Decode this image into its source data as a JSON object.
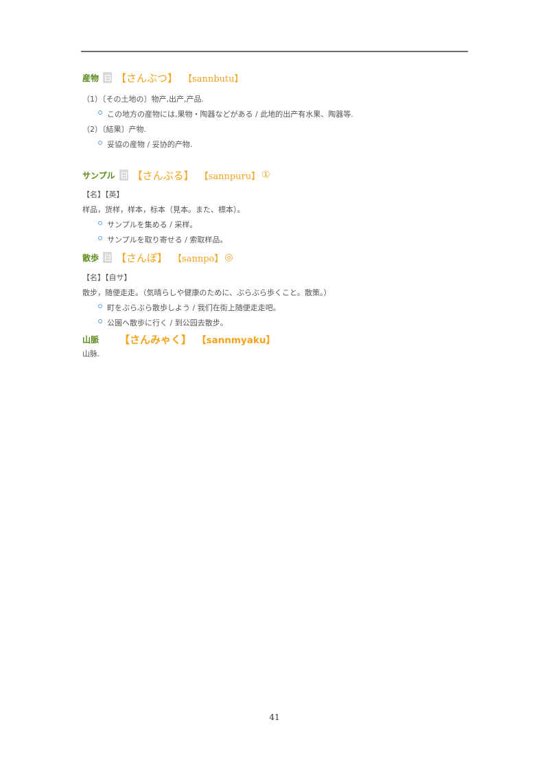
{
  "page_number": "41",
  "entries": [
    {
      "headword": "産物",
      "kana": "【さんぶつ】",
      "romaji": "【sannbutu】",
      "mark": "",
      "lines": [
        {
          "type": "sense",
          "text": "（1）〔その土地の〕物产,出产,产品."
        },
        {
          "type": "example",
          "text": "この地方の産物には,果物・陶器などがある / 此地的出产有水果、陶器等."
        },
        {
          "type": "sense",
          "text": "（2）〔結果〕产物."
        },
        {
          "type": "example",
          "text": "妥協の産物 / 妥协的产物."
        }
      ]
    },
    {
      "headword": "サンプル",
      "kana": "【さんぷる】",
      "romaji": "【sannpuru】",
      "mark": "①",
      "lines": [
        {
          "type": "sense",
          "text": "【名】【英】"
        },
        {
          "type": "sense",
          "text": "样品，货样，样本，标本（見本。また、標本）。"
        },
        {
          "type": "example",
          "text": "サンプルを集める / 采样。"
        },
        {
          "type": "example",
          "text": "サンプルを取り寄せる / 索取样品。"
        }
      ]
    },
    {
      "headword": "散歩",
      "kana": "【さんぽ】",
      "romaji": "【sannpo】",
      "mark": "◎",
      "lines": [
        {
          "type": "sense",
          "text": "【名】【自サ】"
        },
        {
          "type": "sense",
          "text": "散步，随便走走。（気晴らしや健康のために、ぶらぶら歩くこと。散策。）"
        },
        {
          "type": "example",
          "text": "町をぶらぶら散歩しよう / 我们在街上随便走走吧。"
        },
        {
          "type": "example",
          "text": "公園へ散歩に行く / 到公园去散步。"
        }
      ]
    },
    {
      "headword": "山脈",
      "kana": "【さんみゃく】",
      "romaji": "【sannmyaku】",
      "mark": "",
      "lines": [
        {
          "type": "sense",
          "text": "山脉."
        }
      ]
    }
  ]
}
